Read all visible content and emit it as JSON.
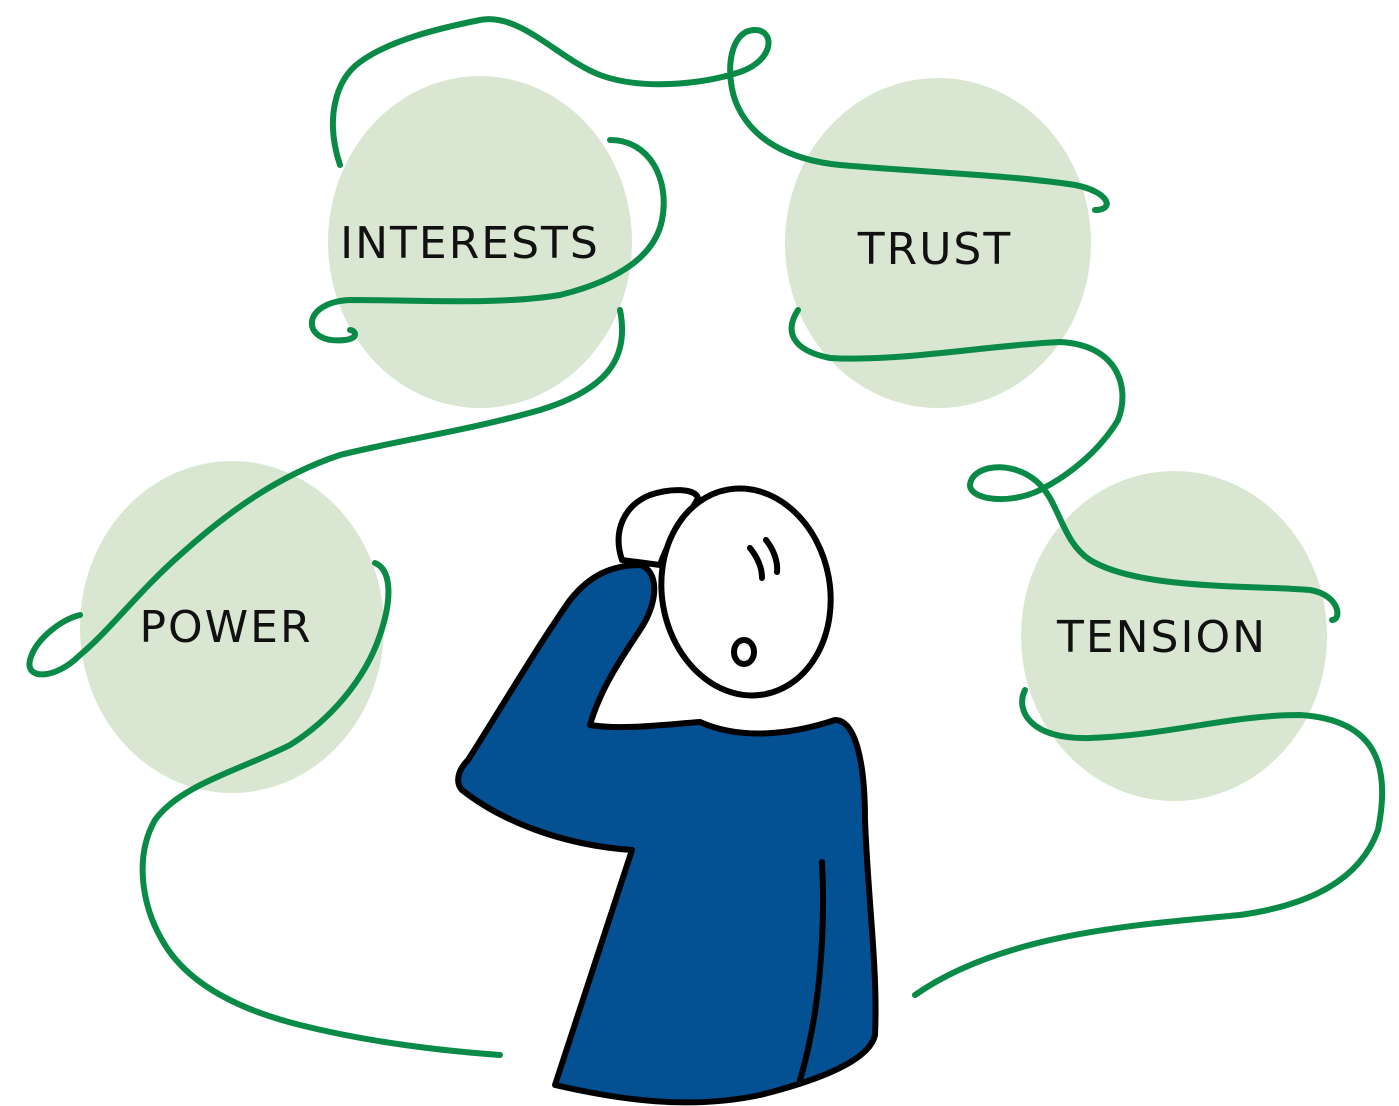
{
  "concepts": {
    "interests": "INTERESTS",
    "trust": "TRUST",
    "power": "POWER",
    "tension": "TENSION"
  },
  "colors": {
    "bubble": "#d9e7d2",
    "thread": "#0a8a47",
    "shirt": "#035093",
    "ink": "#000000"
  },
  "figure": {
    "pose": "person-scratching-head",
    "expression": "puzzled"
  }
}
